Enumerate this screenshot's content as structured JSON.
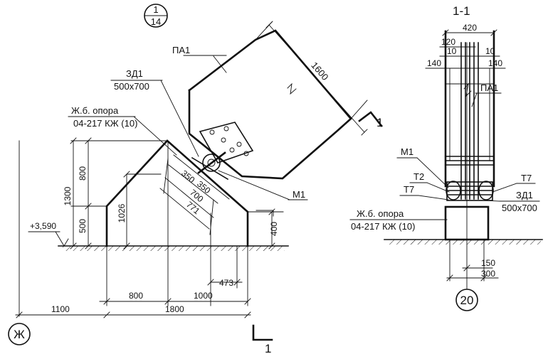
{
  "section_marker": {
    "numerator": "1",
    "denominator": "14"
  },
  "left_view": {
    "panel_label": "ПА1",
    "panel_length": "1600",
    "weld_label": "ЗД1",
    "weld_size": "500х700",
    "support_label": "Ж.б. опора",
    "support_code": "04-217 КЖ (10)",
    "level_mark": "+3,590",
    "node_label": "М1",
    "dim_1300": "1300",
    "dim_800_vertical": "800",
    "dim_500": "500",
    "dim_1026": "1026",
    "dim_350_a": "350",
    "dim_350_b": "350",
    "dim_700": "700",
    "dim_771": "771",
    "dim_400": "400",
    "dim_473": "473",
    "dim_800_horizontal": "800",
    "dim_1000": "1000",
    "dim_1100": "1100",
    "dim_1800": "1800",
    "axis_label": "Ж",
    "section_cut_top": "1",
    "section_cut_bottom": "1"
  },
  "right_view": {
    "title": "1-1",
    "dim_420": "420",
    "dim_120": "120",
    "dim_10_left": "10",
    "dim_10_right": "10",
    "dim_140_left": "140",
    "dim_140_right": "140",
    "panel_label": "ПА1",
    "node_label": "М1",
    "t2_label": "Т2",
    "t7_left_label": "Т7",
    "t7_right_label": "Т7",
    "weld_label": "ЗД1",
    "weld_size": "500х700",
    "support_label": "Ж.б. опора",
    "support_code": "04-217 КЖ (10)",
    "dim_150": "150",
    "dim_300": "300",
    "axis_label": "20"
  }
}
